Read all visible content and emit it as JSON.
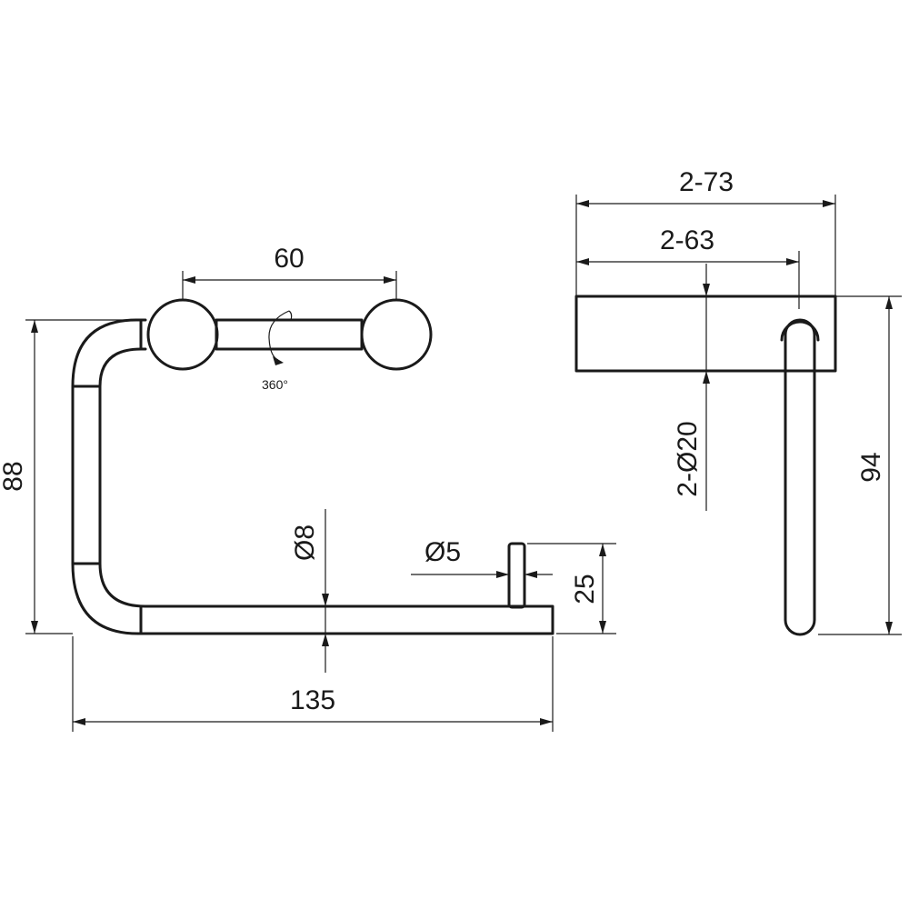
{
  "front_view": {
    "roller_length": "60",
    "rotation_note": "360°",
    "height": "88",
    "tube_diameter": "Ø8",
    "pin_diameter": "Ø5",
    "pin_height": "25",
    "width": "135"
  },
  "side_view": {
    "depth_outer": "2-73",
    "depth_inner": "2-63",
    "knob_diameter": "2-Ø20",
    "total_height": "94"
  }
}
